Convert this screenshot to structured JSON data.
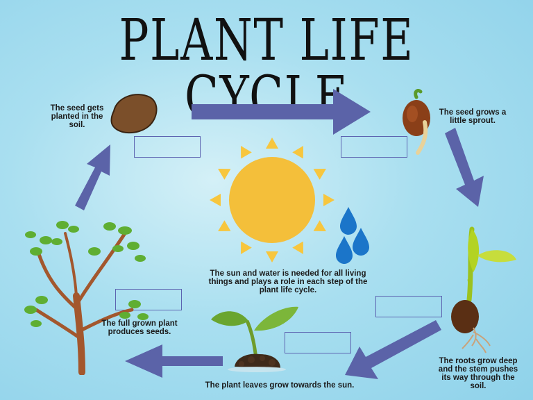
{
  "title": "PLANT LIFE CYCLE",
  "captions": {
    "seed": "The seed gets planted in the soil.",
    "sprout": "The seed grows a little sprout.",
    "roots": "The roots grow deep and the stem pushes its way through the soil.",
    "leaves": "The plant leaves grow towards the sun.",
    "full_grown": "The full grown plant produces seeds.",
    "sun_water": "The sun and water is needed for all living things and plays a role in each step of the plant life cycle."
  },
  "colors": {
    "arrow": "#5b63a8",
    "box_border": "#5c63b0",
    "sun": "#f4bf3a",
    "sun_ray": "#f7c63e",
    "water": "#1b75c9",
    "seed": "#7b4f2a",
    "trunk": "#a3572d",
    "leaf": "#5fae32"
  },
  "icons": [
    "seed-icon",
    "sprout-icon",
    "seedling-roots-icon",
    "plant-in-soil-icon",
    "tree-icon",
    "sun-icon",
    "water-drops-icon"
  ]
}
